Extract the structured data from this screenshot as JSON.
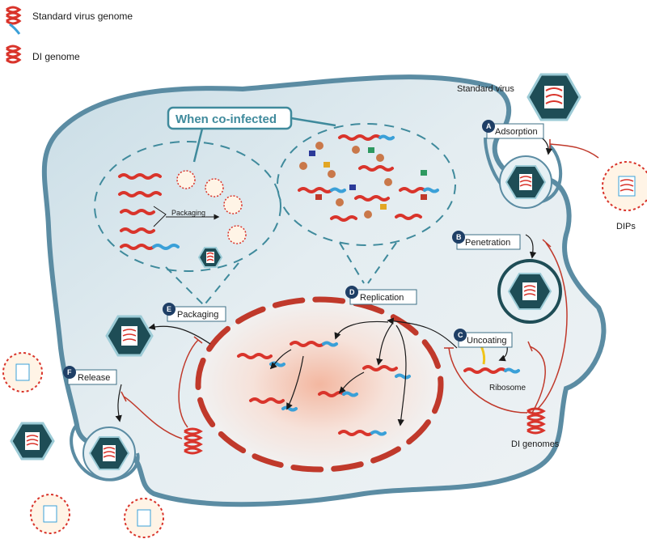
{
  "legend": {
    "standard_genome": "Standard virus genome",
    "di_genome": "DI genome"
  },
  "title": "When co-infected",
  "labels": {
    "standard_virus": "Standard virus",
    "dips": "DIPs",
    "ribosome": "Ribosome",
    "di_genomes": "DI genomes",
    "packaging_arrow": "Packaging"
  },
  "stages": [
    {
      "letter": "A",
      "label": "Adsorption"
    },
    {
      "letter": "B",
      "label": "Penetration"
    },
    {
      "letter": "C",
      "label": "Uncoating"
    },
    {
      "letter": "D",
      "label": "Replication"
    },
    {
      "letter": "E",
      "label": "Packaging"
    },
    {
      "letter": "F",
      "label": "Release"
    }
  ],
  "colors": {
    "cell_fill": "#e6eef2",
    "cell_border": "#5b8ca3",
    "nucleus_dash": "#c0392b",
    "genome_red": "#d9342b",
    "genome_blue": "#3aa0d8",
    "capsid_dark": "#1e4d56",
    "inhibit_red": "#c0392b",
    "title_teal": "#3f8a9c"
  }
}
